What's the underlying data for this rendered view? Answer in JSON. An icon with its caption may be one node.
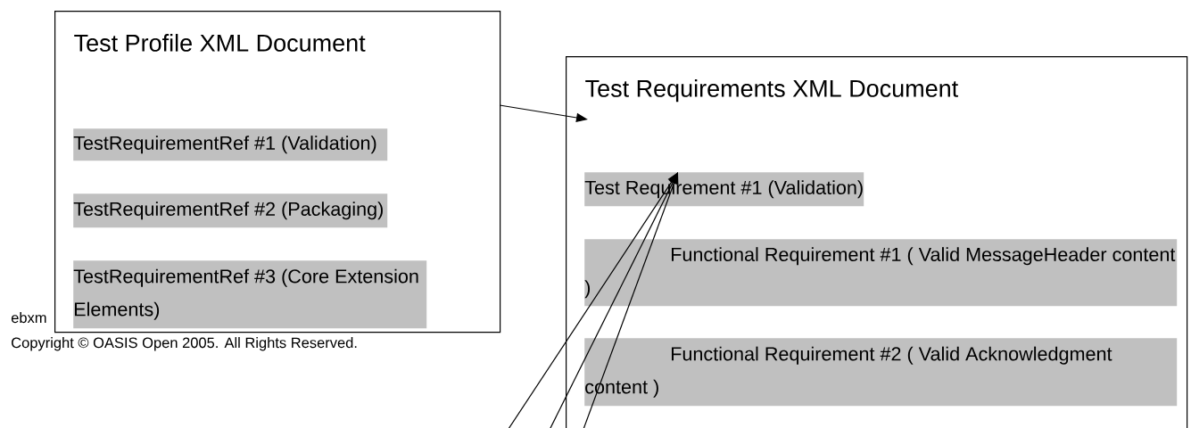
{
  "diagram": {
    "nodes": [
      {
        "text": [
          "Test Profile XML Document"
        ]
      },
      {
        "text": [
          "TestRequirementRef #1 (Validation)"
        ],
        "in": 0
      },
      {
        "text": [
          "TestRequirementRef #2 (Packaging)"
        ],
        "in": 0
      },
      {
        "text": [
          "TestRequirementRef #3 (Core Extension Elements)"
        ],
        "in": 0
      },
      {
        "text": [
          "Test Requirements XML Document"
        ]
      },
      {
        "text": [
          "Test Requirement #1 (Validation)"
        ],
        "in": 4
      },
      {
        "text": [
          "Functional Requirement #1 ( Valid MessageHeader content )"
        ],
        "in": 4
      },
      {
        "text": [
          "Functional Requirement #2 ( Valid Acknowledgment content )"
        ],
        "in": 4
      }
    ],
    "edges": [
      {
        "from": 0,
        "to": 4,
        "arrow": "to"
      },
      {
        "from": null,
        "to": 5,
        "arrow": "to"
      },
      {
        "from": null,
        "to": 5,
        "arrow": "to"
      },
      {
        "from": null,
        "to": 5,
        "arrow": "to"
      }
    ],
    "labels": [
      "ebxm",
      "Copyright © OASIS Open 2005. All Rights Reserved."
    ]
  }
}
